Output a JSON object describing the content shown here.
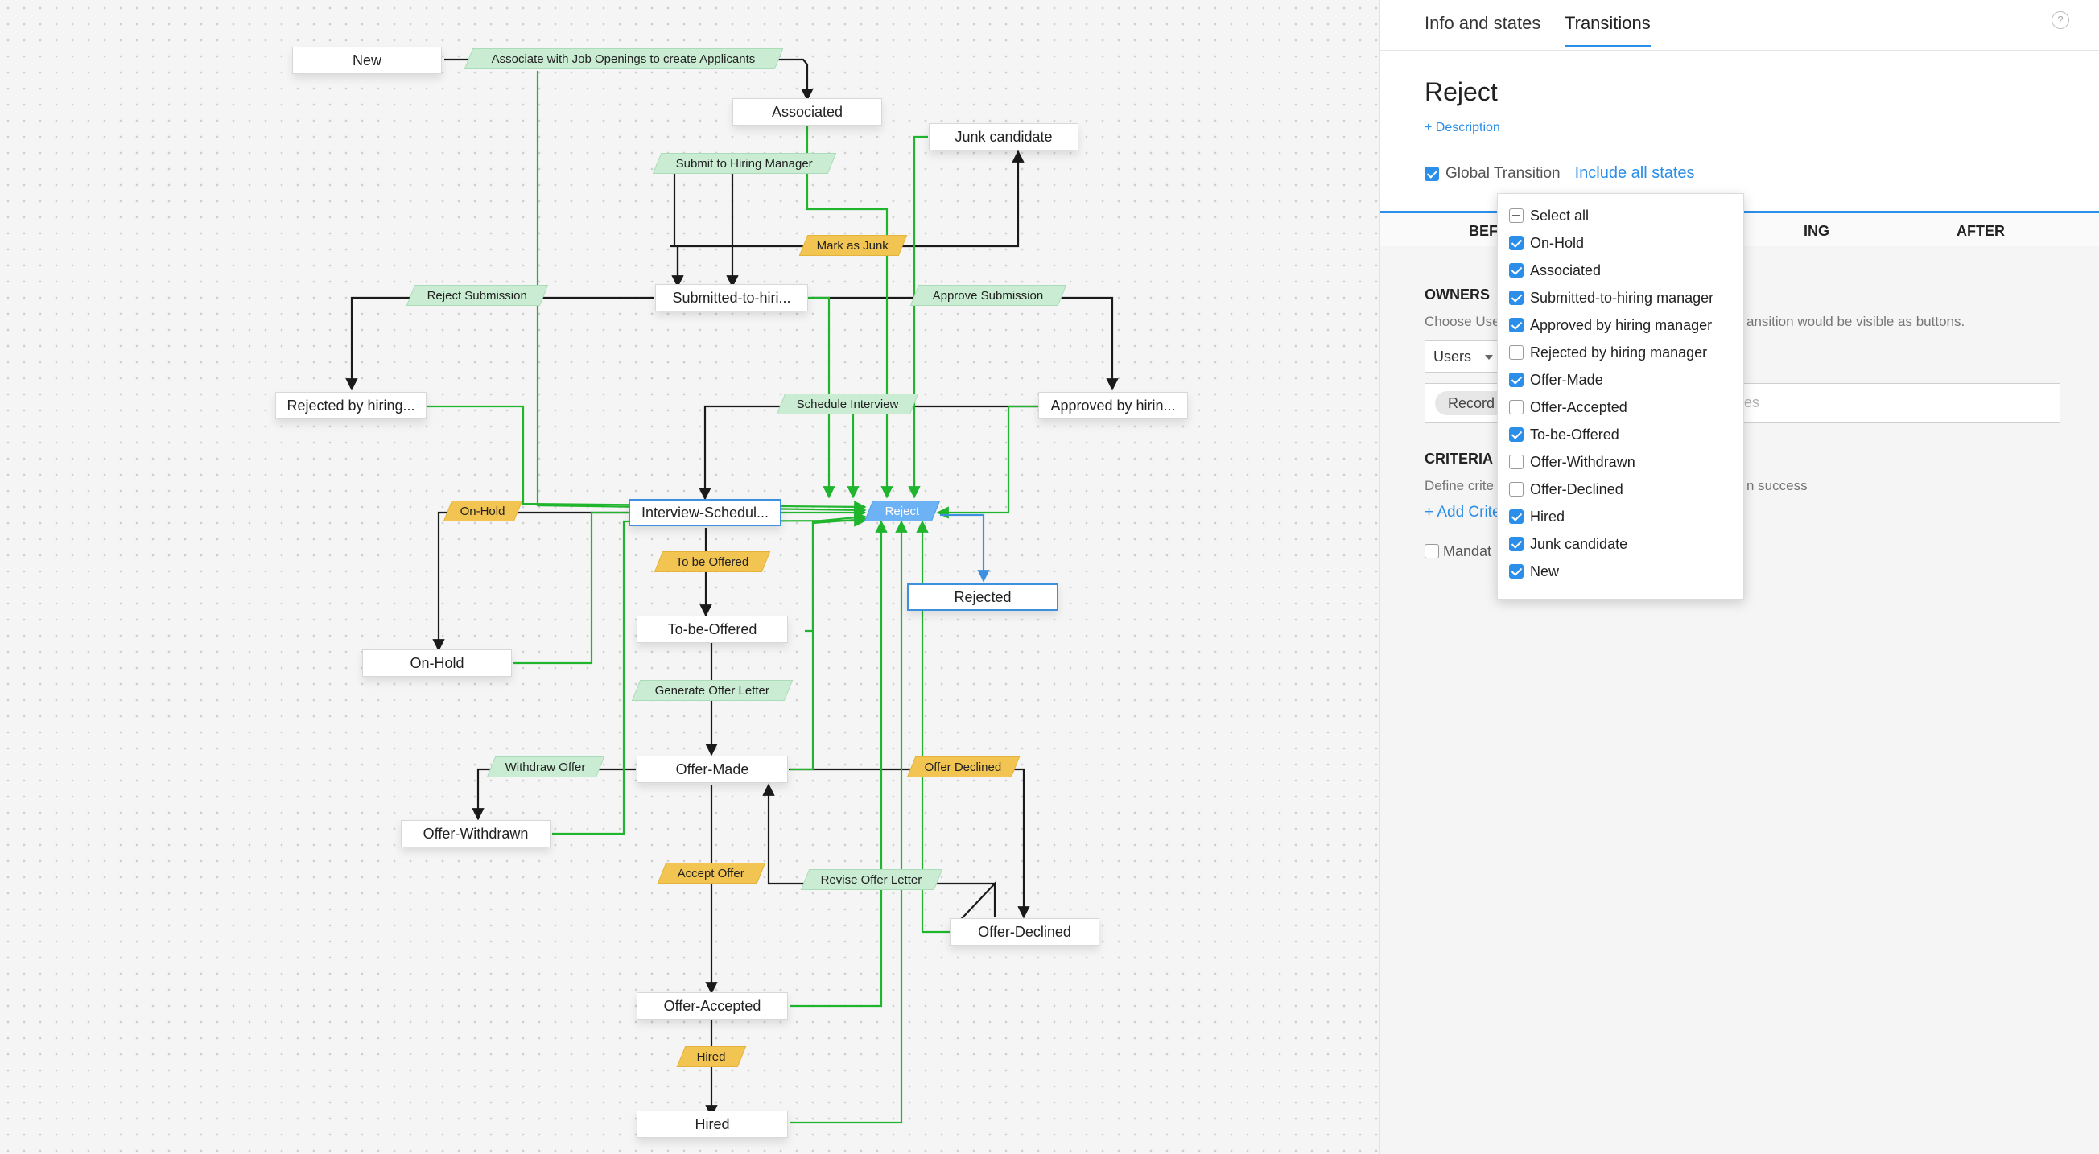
{
  "canvas": {
    "states": {
      "new": "New",
      "associated": "Associated",
      "junk_candidate": "Junk candidate",
      "submitted": "Submitted-to-hiri...",
      "rejected_hiring": "Rejected by hiring...",
      "approved_hiring": "Approved by hirin...",
      "interview": "Interview-Schedul...",
      "rejected": "Rejected",
      "on_hold": "On-Hold",
      "to_be_offered": "To-be-Offered",
      "offer_made": "Offer-Made",
      "offer_withdrawn": "Offer-Withdrawn",
      "offer_declined": "Offer-Declined",
      "offer_accepted": "Offer-Accepted",
      "hired": "Hired"
    },
    "transitions": {
      "associate": "Associate with Job Openings to create Applicants",
      "submit_hm": "Submit to Hiring Manager",
      "mark_junk": "Mark as Junk",
      "reject_submission": "Reject Submission",
      "approve_submission": "Approve Submission",
      "schedule_interview": "Schedule Interview",
      "on_hold": "On-Hold",
      "reject": "Reject",
      "to_be_offered": "To be Offered",
      "generate_offer": "Generate Offer Letter",
      "withdraw_offer": "Withdraw Offer",
      "offer_declined": "Offer Declined",
      "accept_offer": "Accept Offer",
      "revise_offer": "Revise Offer Letter",
      "hired": "Hired"
    },
    "colors": {
      "wire_green": "#1fb52c",
      "wire_dark": "#1a1a1a",
      "wire_blue": "#3d8fe0",
      "selected": "#3d8fe0"
    }
  },
  "panel": {
    "tabs": [
      "Info and states",
      "Transitions"
    ],
    "active_tab": "Transitions",
    "help_icon": "question-circle-icon",
    "title": "Reject",
    "description_link": "+ Description",
    "global_transition": {
      "label": "Global Transition",
      "checked": true,
      "link": "Include all states"
    },
    "sub_tabs": {
      "before": "BEF",
      "during": "ING",
      "after": "AFTER"
    },
    "owners": {
      "heading": "OWNERS",
      "text_left": "Choose Use",
      "text_right": "ansition would be visible as buttons.",
      "select_value": "Users",
      "chip": "Record",
      "placeholder_tail": "les"
    },
    "criteria": {
      "heading": "CRITERIA",
      "text_left": "Define crite",
      "text_right": "n success",
      "link": "+ Add Crite"
    },
    "mandatory_label": "Mandat"
  },
  "dropdown": {
    "select_all": "Select all",
    "items": [
      {
        "label": "On-Hold",
        "checked": true
      },
      {
        "label": "Associated",
        "checked": true
      },
      {
        "label": "Submitted-to-hiring manager",
        "checked": true
      },
      {
        "label": "Approved by hiring manager",
        "checked": true
      },
      {
        "label": "Rejected by hiring manager",
        "checked": false
      },
      {
        "label": "Offer-Made",
        "checked": true
      },
      {
        "label": "Offer-Accepted",
        "checked": false
      },
      {
        "label": "To-be-Offered",
        "checked": true
      },
      {
        "label": "Offer-Withdrawn",
        "checked": false
      },
      {
        "label": "Offer-Declined",
        "checked": false
      },
      {
        "label": "Hired",
        "checked": true
      },
      {
        "label": "Junk candidate",
        "checked": true
      },
      {
        "label": "New",
        "checked": true
      }
    ]
  }
}
